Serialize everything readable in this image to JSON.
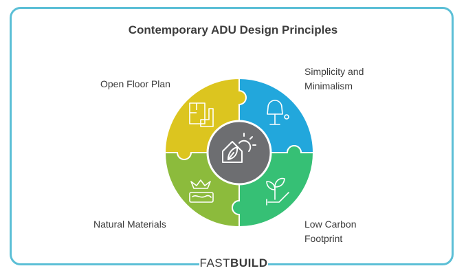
{
  "title": "Contemporary ADU Design Principles",
  "segments": [
    {
      "label_lines": [
        "Open Floor Plan"
      ],
      "color": "#dcc51f",
      "icon": "floor-plan-icon"
    },
    {
      "label_lines": [
        "Simplicity and",
        "Minimalism"
      ],
      "color": "#22a7dc",
      "icon": "lamp-icon"
    },
    {
      "label_lines": [
        "Natural Materials"
      ],
      "color": "#8cbb3c",
      "icon": "wood-materials-icon"
    },
    {
      "label_lines": [
        "Low Carbon",
        "Footprint"
      ],
      "color": "#36c075",
      "icon": "plant-sprout-icon"
    }
  ],
  "center": {
    "color": "#6d6e71",
    "icon": "eco-house-sun-icon"
  },
  "frame_color": "#5bbfd6",
  "logo": {
    "part1": "FAST",
    "part2": "BUILD"
  }
}
